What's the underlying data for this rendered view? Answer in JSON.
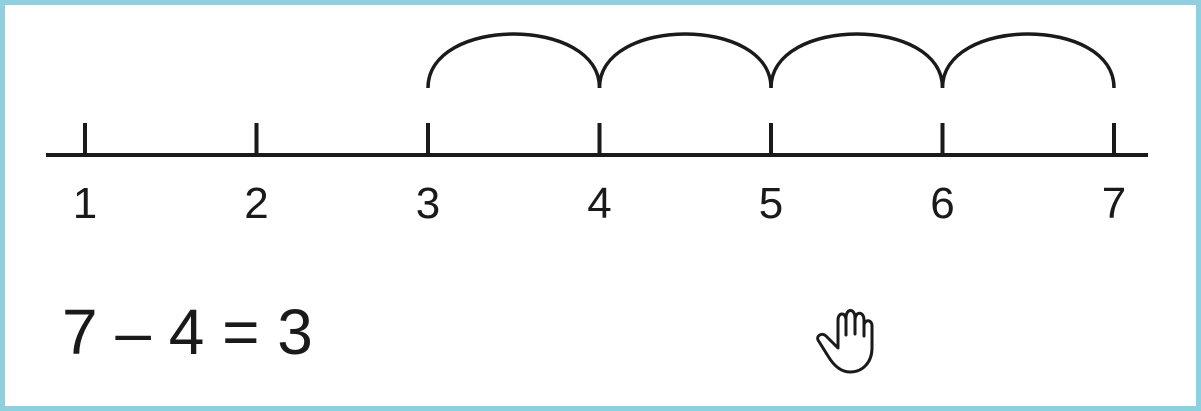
{
  "number_line": {
    "ticks": [
      "1",
      "2",
      "3",
      "4",
      "5",
      "6",
      "7"
    ],
    "jumps": [
      {
        "from": 3,
        "to": 4
      },
      {
        "from": 4,
        "to": 5
      },
      {
        "from": 5,
        "to": 6
      },
      {
        "from": 6,
        "to": 7
      }
    ]
  },
  "equation": {
    "text": "7 – 4 = 3"
  },
  "colors": {
    "border": "#8ecfe0",
    "ink": "#1a1a1a"
  },
  "icons": {
    "hand": "hand-cursor-icon"
  }
}
